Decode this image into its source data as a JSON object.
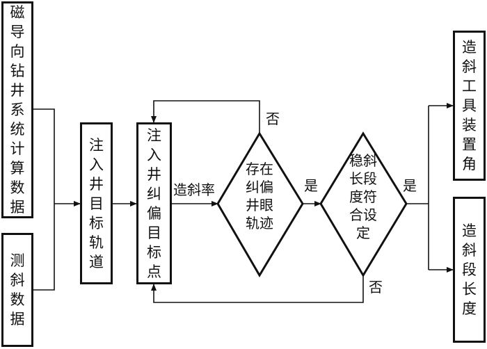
{
  "nodes": {
    "mag_data": "磁导向钻井系统计算数据",
    "incl_data": "测斜数据",
    "target_traj": "注入井目标轨道",
    "correction_point": "注入井纠偏目标点",
    "decision_deviation": "存在纠偏井眼轨迹",
    "decision_length": "稳斜长段度符合设定",
    "tool_angle": "造斜工具装置角",
    "build_length": "造斜段长度"
  },
  "edges": {
    "build_rate": "造斜率",
    "yes_1": "是",
    "no_1": "否",
    "yes_2": "是",
    "no_2": "否"
  }
}
